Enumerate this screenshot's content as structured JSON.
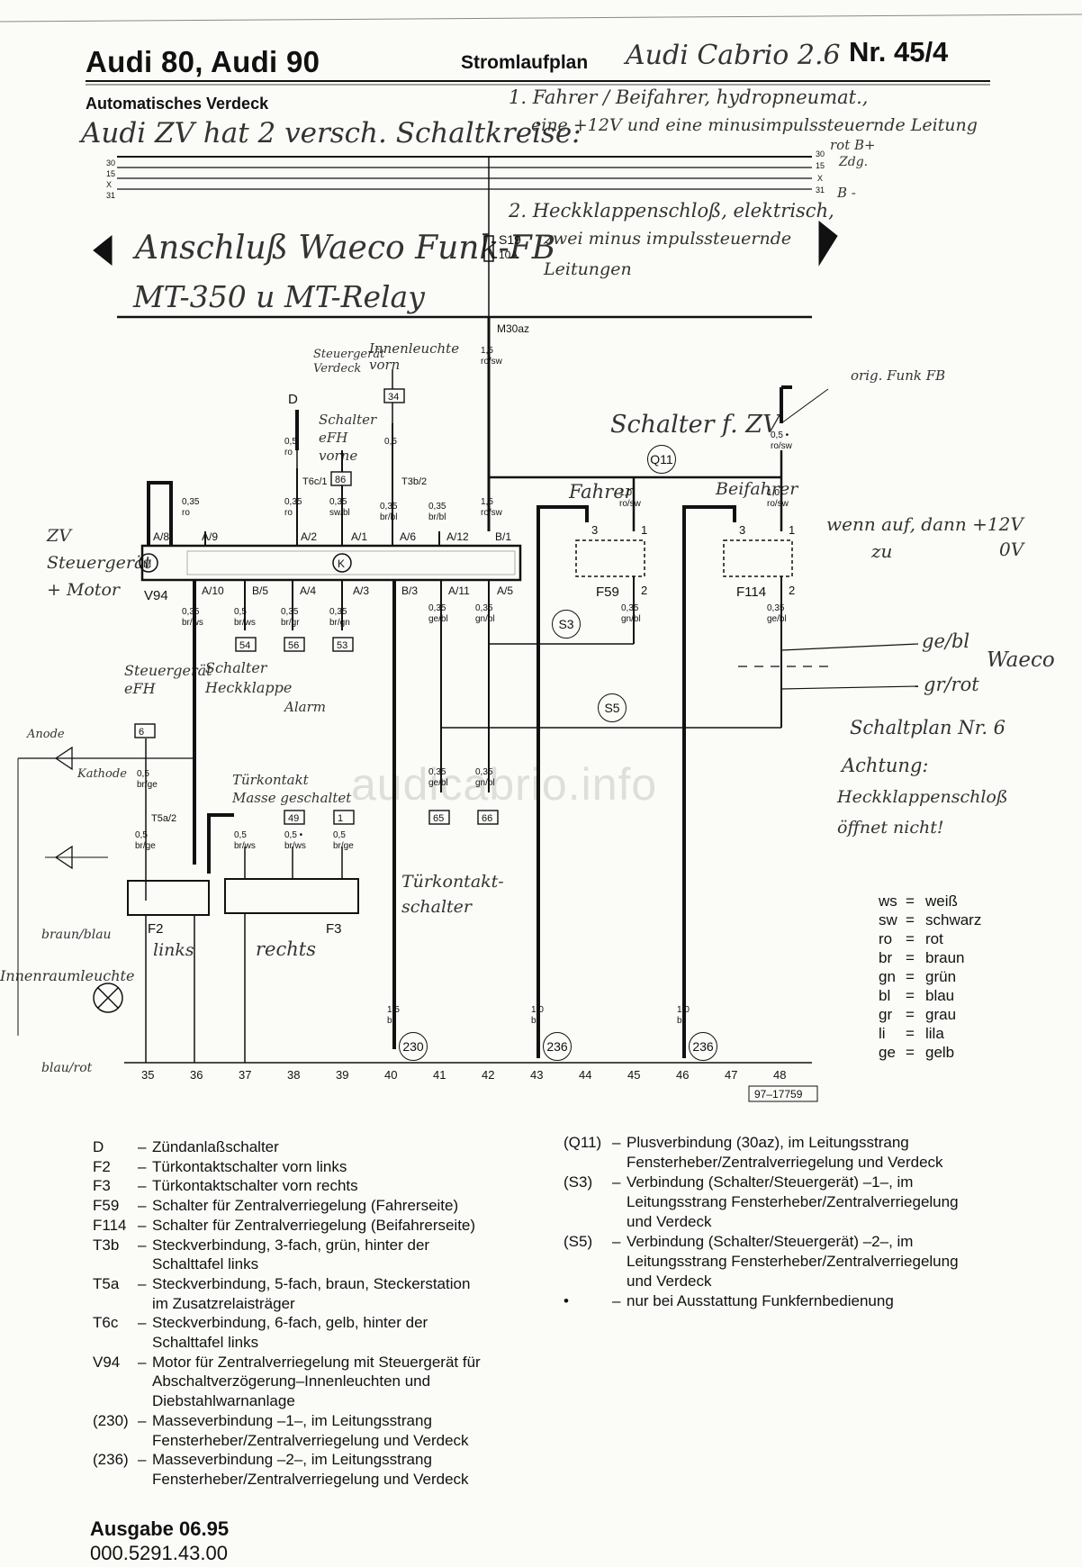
{
  "header": {
    "title": "Audi 80, Audi 90",
    "stromlaufplan_label": "Stromlaufplan",
    "stromlaufplan_hand": "Audi Cabrio 2.6",
    "nr": "Nr. 45/4",
    "subtitle": "Automatisches Verdeck"
  },
  "annotations": {
    "note_top_left": "Audi ZV hat 2 versch. Schaltkreise:",
    "note_top_right_1": "1. Fahrer / Beifahrer, hydropneumat.,",
    "note_top_right_2": "eine +12V und eine minusimpulssteuernde Leitung",
    "note_mid_right_1": "2. Heckklappenschloß, elektrisch,",
    "note_mid_right_2": "zwei minus impulssteuernde",
    "note_mid_right_3": "Leitungen",
    "waeco_1": "Anschluß Waeco Funk-FB",
    "waeco_2": "MT-350 u MT-Relay",
    "b_plus": "rot B+",
    "zdg": "Zdg.",
    "b_minus": "B -",
    "orig_funk": "orig. Funk FB",
    "schalter_zv": "Schalter f. ZV",
    "fahrer": "Fahrer",
    "beifahrer": "Beifahrer",
    "wenn_auf": "wenn auf, dann +12V",
    "zu": "zu",
    "ov": "0V",
    "zv_steuergeraet": "ZV Steuergerät + Motor",
    "steuergeraet_efh": "Steuergerät eFH",
    "schalter_heckklappe": "Schalter Heckklappe",
    "alarm": "Alarm",
    "steuergeraet_verdeck": "Steuergerät Verdeck",
    "innenleuchte_vorn": "Innenleuchte vorn",
    "schalter_efh": "Schalter eFH vorne",
    "anode": "Anode",
    "kathode": "Kathode",
    "tuerkontakt_masse": "Türkontakt Masse geschaltet",
    "links": "links",
    "rechts": "rechts",
    "tuerkontakt_schalter": "Türkontakt-schalter",
    "braun_blau": "braun/blau",
    "innenraumleuchte": "Innenraumleuchte",
    "blau_rot": "blau/rot",
    "ge_bl": "ge/bl",
    "gr_rot": "gr/rot",
    "waeco_right": "Waeco",
    "schaltplan": "Schaltplan Nr. 6",
    "achtung_1": "Achtung:",
    "achtung_2": "Heckklappenschloß",
    "achtung_3": "öffnet nicht!",
    "watermark": "audicabrio.info"
  },
  "bus": {
    "left_labels": [
      "30",
      "15",
      "X",
      "31"
    ],
    "right_labels": [
      "30",
      "15",
      "X",
      "31"
    ]
  },
  "components": {
    "fuse_label": "S19",
    "fuse_value": "10A",
    "m30az": "M30az",
    "v94": "V94",
    "f59": "F59",
    "f114": "F114",
    "f2": "F2",
    "f3": "F3",
    "d": "D",
    "t6c1": "T6c/1",
    "t3b2": "T3b/2",
    "t5a2": "T5a/2",
    "k_symbol": "K",
    "m_symbol": "M",
    "circle_q11": "Q11",
    "circle_s3": "S3",
    "circle_s5": "S5",
    "circle_230": "230",
    "circle_236a": "236",
    "circle_236b": "236",
    "doc_number": "97–17759"
  },
  "pins_top": [
    "A/8",
    "A/9",
    "A/2",
    "A/1",
    "A/6",
    "A/12",
    "B/1"
  ],
  "pins_bottom": [
    "A/10",
    "B/5",
    "A/4",
    "A/3",
    "B/3",
    "A/11",
    "A/5"
  ],
  "wire_labels": {
    "w_15_rosw": [
      "1,5",
      "ro/sw"
    ],
    "w_d_05ro": [
      "0,5",
      "ro"
    ],
    "w_035ro_a": [
      "0,35",
      "ro"
    ],
    "w_035ro_b": [
      "0,35",
      "ro"
    ],
    "w_035swbl": [
      "0,35",
      "sw/bl"
    ],
    "w_05": [
      "0,5"
    ],
    "w_035brbl_a": [
      "0,35",
      "br/bl"
    ],
    "w_035brbl_b": [
      "0,35",
      "br/bl"
    ],
    "w_15rosw_b": [
      "1,5",
      "ro/sw"
    ],
    "w_05rosw": [
      "0,5 •",
      "ro/sw"
    ],
    "w_10rosw_f": [
      "1,0",
      "ro/sw"
    ],
    "w_10rosw_b": [
      "1,0",
      "ro/sw"
    ],
    "w_035brws": [
      "0,35",
      "br/ws"
    ],
    "w_05brws": [
      "0,5",
      "br/ws"
    ],
    "w_035brgr": [
      "0,35",
      "br/gr"
    ],
    "w_035brgn": [
      "0,35",
      "br/gn"
    ],
    "w_035gebl": [
      "0,35",
      "ge/bl"
    ],
    "w_035gnbl": [
      "0,35",
      "gn/bl"
    ],
    "w_035gnbl_f59": [
      "0,35",
      "gn/bl"
    ],
    "w_035gebl_f114": [
      "0,35",
      "ge/bl"
    ],
    "w_05brge": [
      "0,5",
      "br/ge"
    ],
    "w_05brge_b": [
      "0,5",
      "br/ge"
    ],
    "w_05brws_b": [
      "0,5",
      "br/ws"
    ],
    "w_05brws_c": [
      "0,5 •",
      "br/ws"
    ],
    "w_05brge_c": [
      "0,5",
      "br/ge"
    ],
    "w_035gebl_c": [
      "0,35",
      "ge/bl"
    ],
    "w_035gnbl_c": [
      "0,35",
      "gn/bl"
    ],
    "w_15br": [
      "1,5",
      "br"
    ],
    "w_10br_a": [
      "1,0",
      "br"
    ],
    "w_10br_b": [
      "1,0",
      "br"
    ]
  },
  "boxes": [
    "34",
    "86",
    "54",
    "56",
    "53",
    "6",
    "49",
    "1",
    "65",
    "66"
  ],
  "fuse_pins": [
    "3",
    "1",
    "2",
    "3",
    "1",
    "2"
  ],
  "grid_numbers": [
    "35",
    "36",
    "37",
    "38",
    "39",
    "40",
    "41",
    "42",
    "43",
    "44",
    "45",
    "46",
    "47",
    "48"
  ],
  "legend_left": [
    {
      "k": "D",
      "t": "Zündanlaßschalter"
    },
    {
      "k": "F2",
      "t": "Türkontaktschalter vorn links"
    },
    {
      "k": "F3",
      "t": "Türkontaktschalter vorn rechts"
    },
    {
      "k": "F59",
      "t": "Schalter für Zentralverriegelung (Fahrerseite)"
    },
    {
      "k": "F114",
      "t": "Schalter für Zentralverriegelung (Beifahrerseite)"
    },
    {
      "k": "T3b",
      "t": "Steckverbindung, 3-fach, grün, hinter der"
    },
    {
      "k": "",
      "t": "Schalttafel links"
    },
    {
      "k": "T5a",
      "t": "Steckverbindung, 5-fach, braun, Steckerstation"
    },
    {
      "k": "",
      "t": "im Zusatzrelaisträger"
    },
    {
      "k": "T6c",
      "t": "Steckverbindung, 6-fach, gelb, hinter der"
    },
    {
      "k": "",
      "t": "Schalttafel links"
    },
    {
      "k": "V94",
      "t": "Motor für Zentralverriegelung mit Steuergerät für"
    },
    {
      "k": "",
      "t": "Abschaltverzögerung–Innenleuchten und"
    },
    {
      "k": "",
      "t": "Diebstahlwarnanlage"
    },
    {
      "k": "(230)",
      "t": "Masseverbindung –1–, im Leitungsstrang"
    },
    {
      "k": "",
      "t": "Fensterheber/Zentralverriegelung und Verdeck"
    },
    {
      "k": "(236)",
      "t": "Masseverbindung –2–, im Leitungsstrang"
    },
    {
      "k": "",
      "t": "Fensterheber/Zentralverriegelung und Verdeck"
    }
  ],
  "legend_right": [
    {
      "k": "(Q11)",
      "t": "Plusverbindung (30az), im Leitungsstrang"
    },
    {
      "k": "",
      "t": "Fensterheber/Zentralverriegelung und Verdeck"
    },
    {
      "k": "(S3)",
      "t": "Verbindung (Schalter/Steuergerät) –1–, im"
    },
    {
      "k": "",
      "t": "Leitungsstrang Fensterheber/Zentralverriegelung"
    },
    {
      "k": "",
      "t": "und Verdeck"
    },
    {
      "k": "(S5)",
      "t": "Verbindung (Schalter/Steuergerät) –2–, im"
    },
    {
      "k": "",
      "t": "Leitungsstrang Fensterheber/Zentralverriegelung"
    },
    {
      "k": "",
      "t": "und Verdeck"
    },
    {
      "k": "•",
      "t": "nur bei Ausstattung Funkfernbedienung"
    }
  ],
  "color_codes": [
    {
      "k": "ws",
      "v": "weiß"
    },
    {
      "k": "sw",
      "v": "schwarz"
    },
    {
      "k": "ro",
      "v": "rot"
    },
    {
      "k": "br",
      "v": "braun"
    },
    {
      "k": "gn",
      "v": "grün"
    },
    {
      "k": "bl",
      "v": "blau"
    },
    {
      "k": "gr",
      "v": "grau"
    },
    {
      "k": "li",
      "v": "lila"
    },
    {
      "k": "ge",
      "v": "gelb"
    }
  ],
  "footer": {
    "ausgabe": "Ausgabe 06.95",
    "number": "000.5291.43.00"
  }
}
